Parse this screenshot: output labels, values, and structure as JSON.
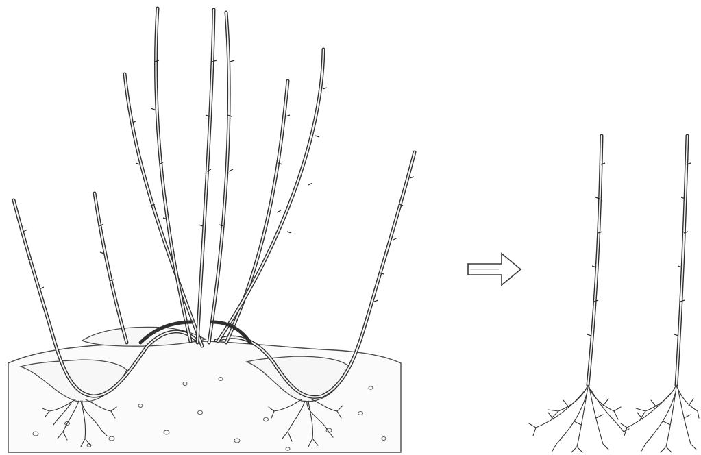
{
  "figure": {
    "left_panel": "layered-bush-in-soil",
    "transition": "right-arrow",
    "right_panel": "rooted-cuttings",
    "cutting_count": 2,
    "colors": {
      "ink": "#2f2f2f",
      "paper": "#ffffff",
      "soil_fill": "#fbfbfb"
    }
  }
}
